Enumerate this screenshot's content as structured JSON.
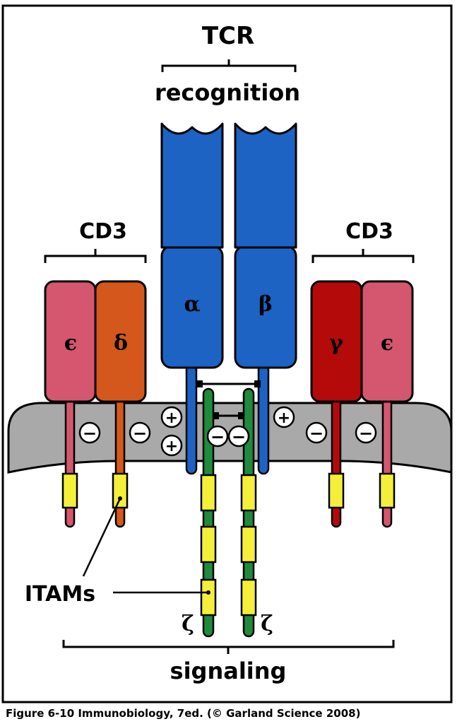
{
  "labels": {
    "tcr": "TCR",
    "recognition": "recognition",
    "cd3_left": "CD3",
    "cd3_right": "CD3",
    "signaling": "signaling",
    "itams": "ITAMs",
    "caption": "Figure 6-10  Immunobiology, 7ed. (© Garland Science 2008)"
  },
  "chains": {
    "epsilon_left": "ϵ",
    "delta": "δ",
    "alpha": "α",
    "beta": "β",
    "gamma": "γ",
    "epsilon_right": "ϵ",
    "zeta_left": "ζ",
    "zeta_right": "ζ"
  },
  "charges": {
    "minus": "−",
    "plus": "+"
  },
  "colors": {
    "epsilon": "#d4566f",
    "delta": "#d4581b",
    "gamma": "#b50a0a",
    "tcr": "#1c63c4",
    "zeta": "#1f8a3c",
    "itam": "#f4f03a",
    "membrane": "#a9a9a9"
  }
}
